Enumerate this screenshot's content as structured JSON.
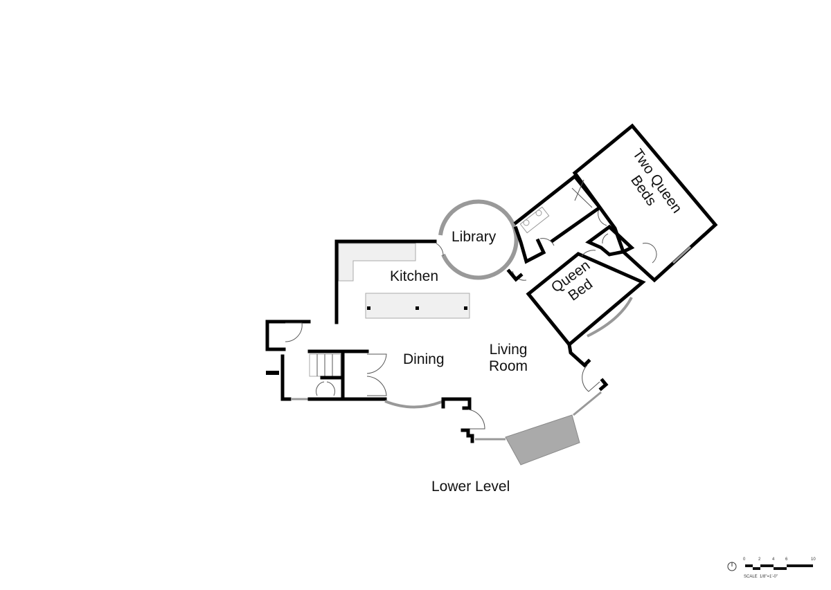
{
  "rooms": {
    "library": "Library",
    "kitchen": "Kitchen",
    "dining": "Dining",
    "living_line1": "Living",
    "living_line2": "Room",
    "queen_line1": "Queen",
    "queen_line2": "Bed",
    "two_queen_line1": "Two Queen",
    "two_queen_line2": "Beds"
  },
  "level_title": "Lower Level",
  "scale": {
    "ticks": [
      "0",
      "2",
      "4",
      "6",
      "10"
    ],
    "label": "SCALE  1/8\"=1'-0\""
  }
}
